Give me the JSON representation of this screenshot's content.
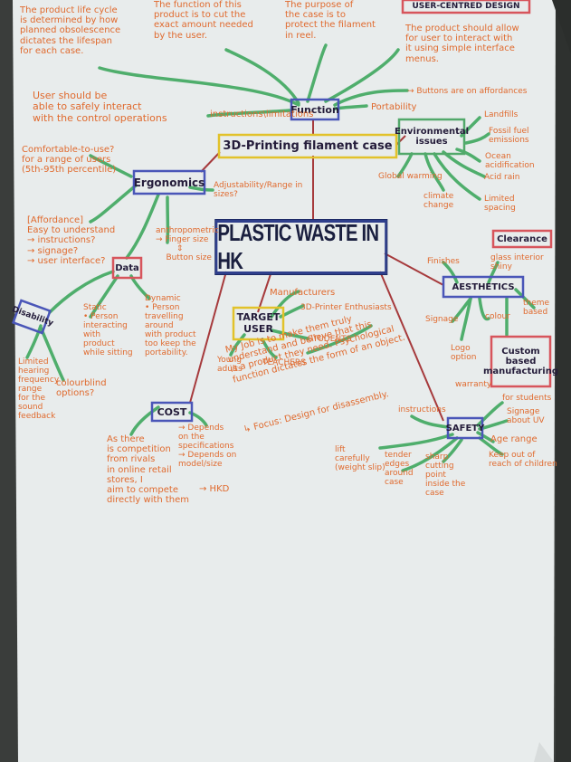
{
  "central": "PLASTIC WASTE IN HK",
  "nodes": {
    "function": "Function",
    "filament": "3D-Printing filament case",
    "ergonomics": "Ergonomics",
    "environmental": "Environmental\nissues",
    "data": "Data",
    "disability": "Disability",
    "target": "TARGET\nUSER",
    "cost": "COST",
    "safety": "SAFETY",
    "aesthetics": "AESTHETICS",
    "clearance": "Clearance",
    "custom": "Custom\nbased\nmanufacturing",
    "ucd": "USER-CENTRED DESIGN"
  },
  "notes": {
    "lifecycle": "The product life cycle\nis determined by how\nplanned obsolescence\ndictates the lifespan\nfor each case.",
    "function_cut": "The function of this\nproduct is to cut the\nexact amount needed\nby the user.",
    "purpose": "The purpose of\nthe case is to\nprotect the filament\nin reel.",
    "ucd_text": "The product should allow\nfor user to interact with\nit using simple interface\nmenus.",
    "buttons": "→ Buttons are on affordances",
    "portability": "Portability",
    "safely": "User should be\nable to safely interact\nwith the control operations",
    "instructions": "instructions\\limitations",
    "comfortable": "Comfortable-to-use?\nfor a range of users\n(5th-95th percentile)",
    "adjustability": "Adjustability/Range in\nsizes?",
    "affordance": "[Affordance]\nEasy to understand\n→ instructions?\n→ signage?\n→ user interface?",
    "anthropometric": "anthropometric\n→ Finger size\n        ⇕\n    Button size",
    "static": "Static\n• Person\ninteracting\nwith\nproduct\nwhile sitting",
    "dynamic": "Dynamic\n• Person\ntravelling\naround\nwith product\ntoo keep the\nportability.",
    "limited": "Limited\nhearing\nfrequency\nrange\nfor the\nsound\nfeedback",
    "colourblind": "colourblind\noptions?",
    "landfills": "Landfills",
    "fossil": "Fossil fuel\nemissions",
    "ocean": "Ocean\nacidification",
    "acid": "Acid rain",
    "global": "Global warming",
    "climate": "climate\nchange",
    "spacing": "Limited\nspacing",
    "finishes": "Finishes",
    "glass": "glass interior\nshiny",
    "theme": "theme\nbased",
    "signage": "Signage",
    "colour": "colour",
    "logo": "Logo\noption",
    "warranty": "warranty",
    "manufacturers": "Manufacturers",
    "enthusiasts": "3D-Printer Enthusiasts",
    "students": "STUDENTS",
    "young": "Young\nadults",
    "teachers": "TEACHERS",
    "job": "My Job is to make them truly\nunderstand and believe that this\nis a product they need. Psychological\nfunction dictates the form of an object.",
    "focus": "↳ Focus: Design for disassembly.",
    "cost_text": "As there\nis competition\nfrom rivals\nin online retail\nstores, I\naim to compete\ndirectly with them",
    "depends_spec": "→ Depends\non the\nspecifications\n→ Depends on\nmodel/size",
    "hkd": "→ HKD",
    "instructions2": "instructions",
    "for_students": "for students",
    "signage_about": "Signage\nabout UV",
    "age": "Age range",
    "keep_out": "Keep out of\nreach of children",
    "lift": "lift\ncarefully\n(weight slip)",
    "tender": "tender\nedges\naround\ncase",
    "sharp": "sharp\ncutting\npoint\ninside the\ncase"
  },
  "colors": {
    "branch": "#4fae6c",
    "link": "#a93a3a",
    "text": "#e06a2e",
    "box_blue": "#4a56b8",
    "box_red": "#d7555c",
    "box_yellow": "#e2c22a",
    "box_green": "#52a86a"
  }
}
